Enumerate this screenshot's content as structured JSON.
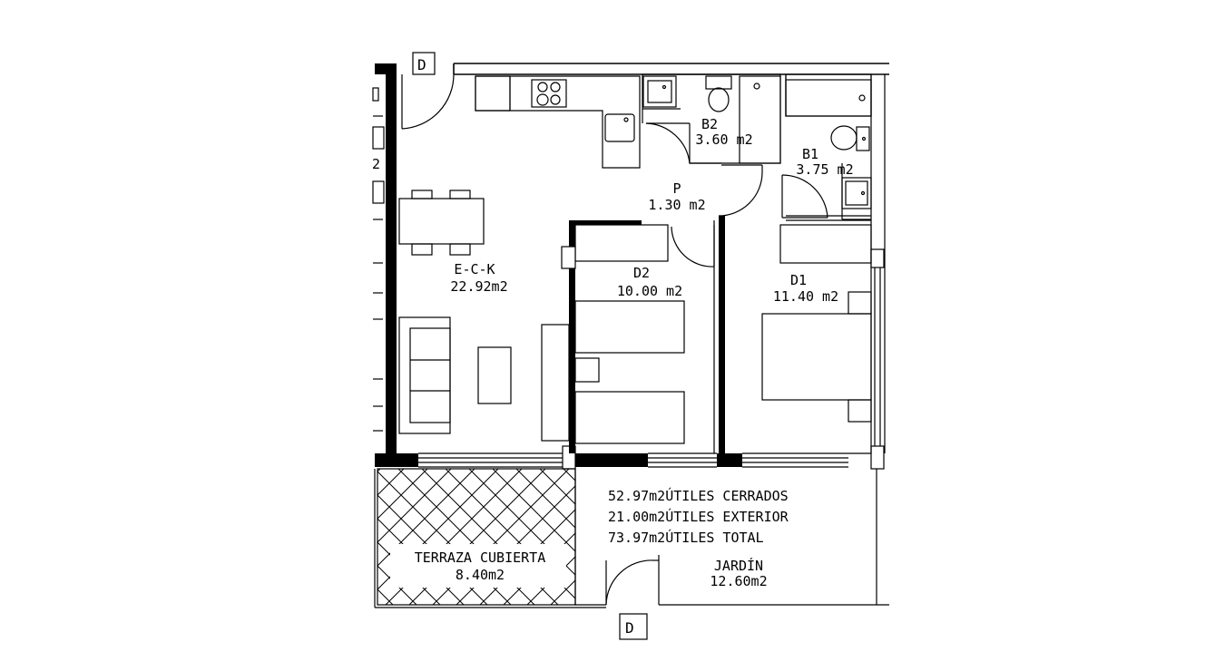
{
  "rooms": {
    "eck": {
      "name": "E-C-K",
      "area": "22.92m2"
    },
    "b2": {
      "name": "B2",
      "area": "3.60 m2"
    },
    "b1": {
      "name": "B1",
      "area": "3.75 m2"
    },
    "p": {
      "name": "P",
      "area": "1.30 m2"
    },
    "d2": {
      "name": "D2",
      "area": "10.00 m2"
    },
    "d1": {
      "name": "D1",
      "area": "11.40 m2"
    },
    "terraza": {
      "name": "TERRAZA CUBIERTA",
      "area": "8.40m2"
    },
    "jardin": {
      "name": "JARDÍN",
      "area": "12.60m2"
    }
  },
  "summary": {
    "line1": "52.97m2ÚTILES CERRADOS",
    "line2": "21.00m2ÚTILES EXTERIOR",
    "line3": "73.97m2ÚTILES TOTAL"
  },
  "door_markers": {
    "top": "D",
    "bottom": "D"
  },
  "edge_fragment": "2"
}
